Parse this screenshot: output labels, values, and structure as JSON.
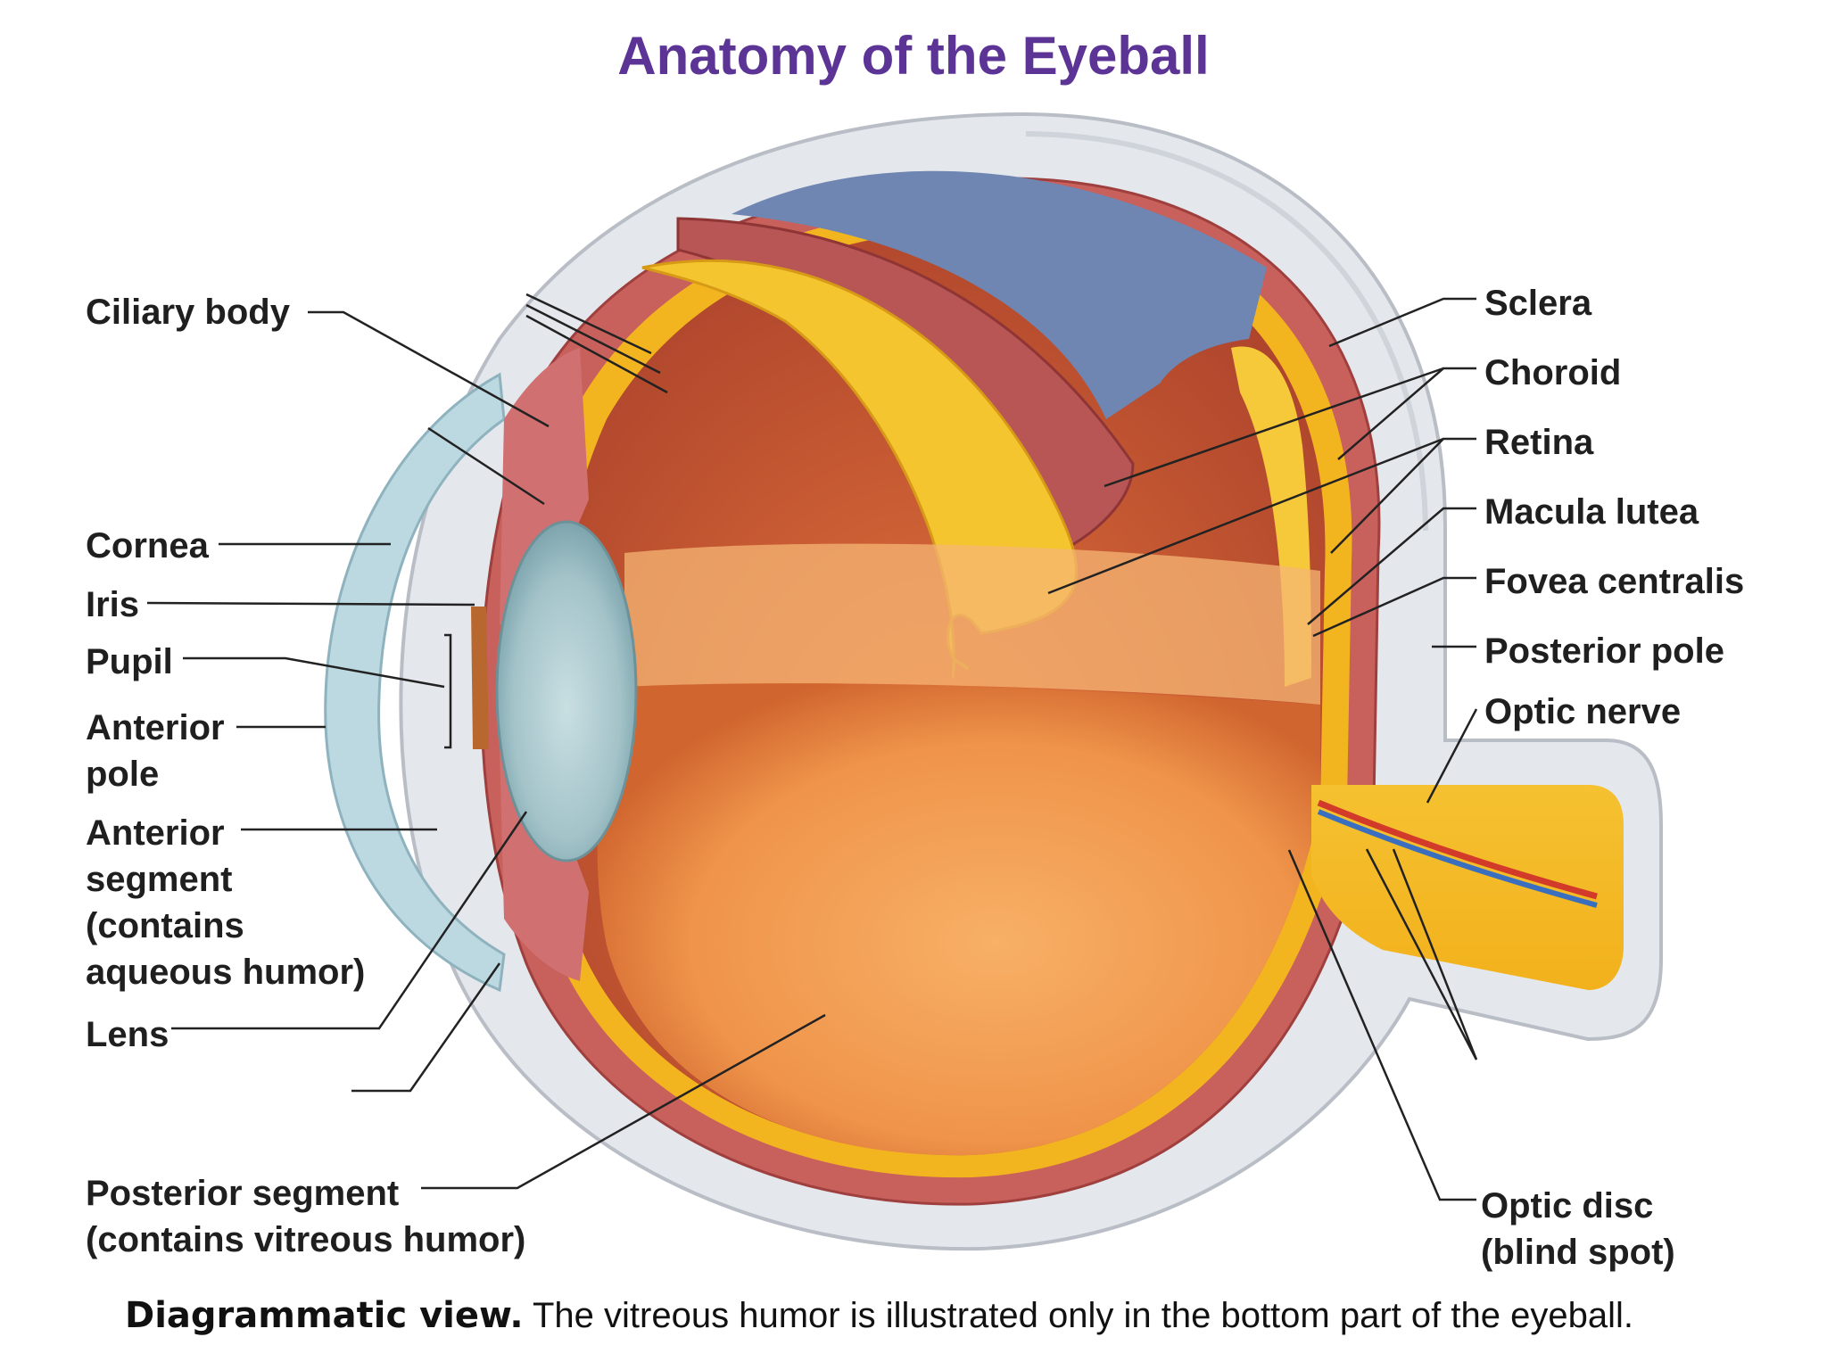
{
  "title": "Anatomy of the Eyeball",
  "labels": {
    "ciliary_body": "Ciliary body",
    "cornea": "Cornea",
    "iris": "Iris",
    "pupil": "Pupil",
    "anterior_pole": [
      "Anterior",
      "pole"
    ],
    "anterior_segment": [
      "Anterior",
      "segment",
      "(contains",
      "aqueous humor)"
    ],
    "lens": "Lens",
    "posterior_segment": [
      "Posterior segment",
      "(contains vitreous humor)"
    ],
    "sclera": "Sclera",
    "choroid": "Choroid",
    "retina": "Retina",
    "macula_lutea": "Macula lutea",
    "fovea_centralis": "Fovea centralis",
    "posterior_pole": "Posterior pole",
    "optic_nerve": "Optic nerve",
    "optic_disc": [
      "Optic disc",
      "(blind spot)"
    ]
  },
  "caption": {
    "bold": "Diagrammatic view.",
    "text": " The vitreous humor is illustrated only in the bottom part of the eyeball."
  },
  "colors": {
    "title": "#5b3495",
    "sclera": "#e6e9ee",
    "choroid": "#c9625f",
    "retina": "#f3b21d",
    "vitreous": "#f0a25a",
    "cornea": "#bcd9e2",
    "blue_surface": "#6f86b3"
  }
}
